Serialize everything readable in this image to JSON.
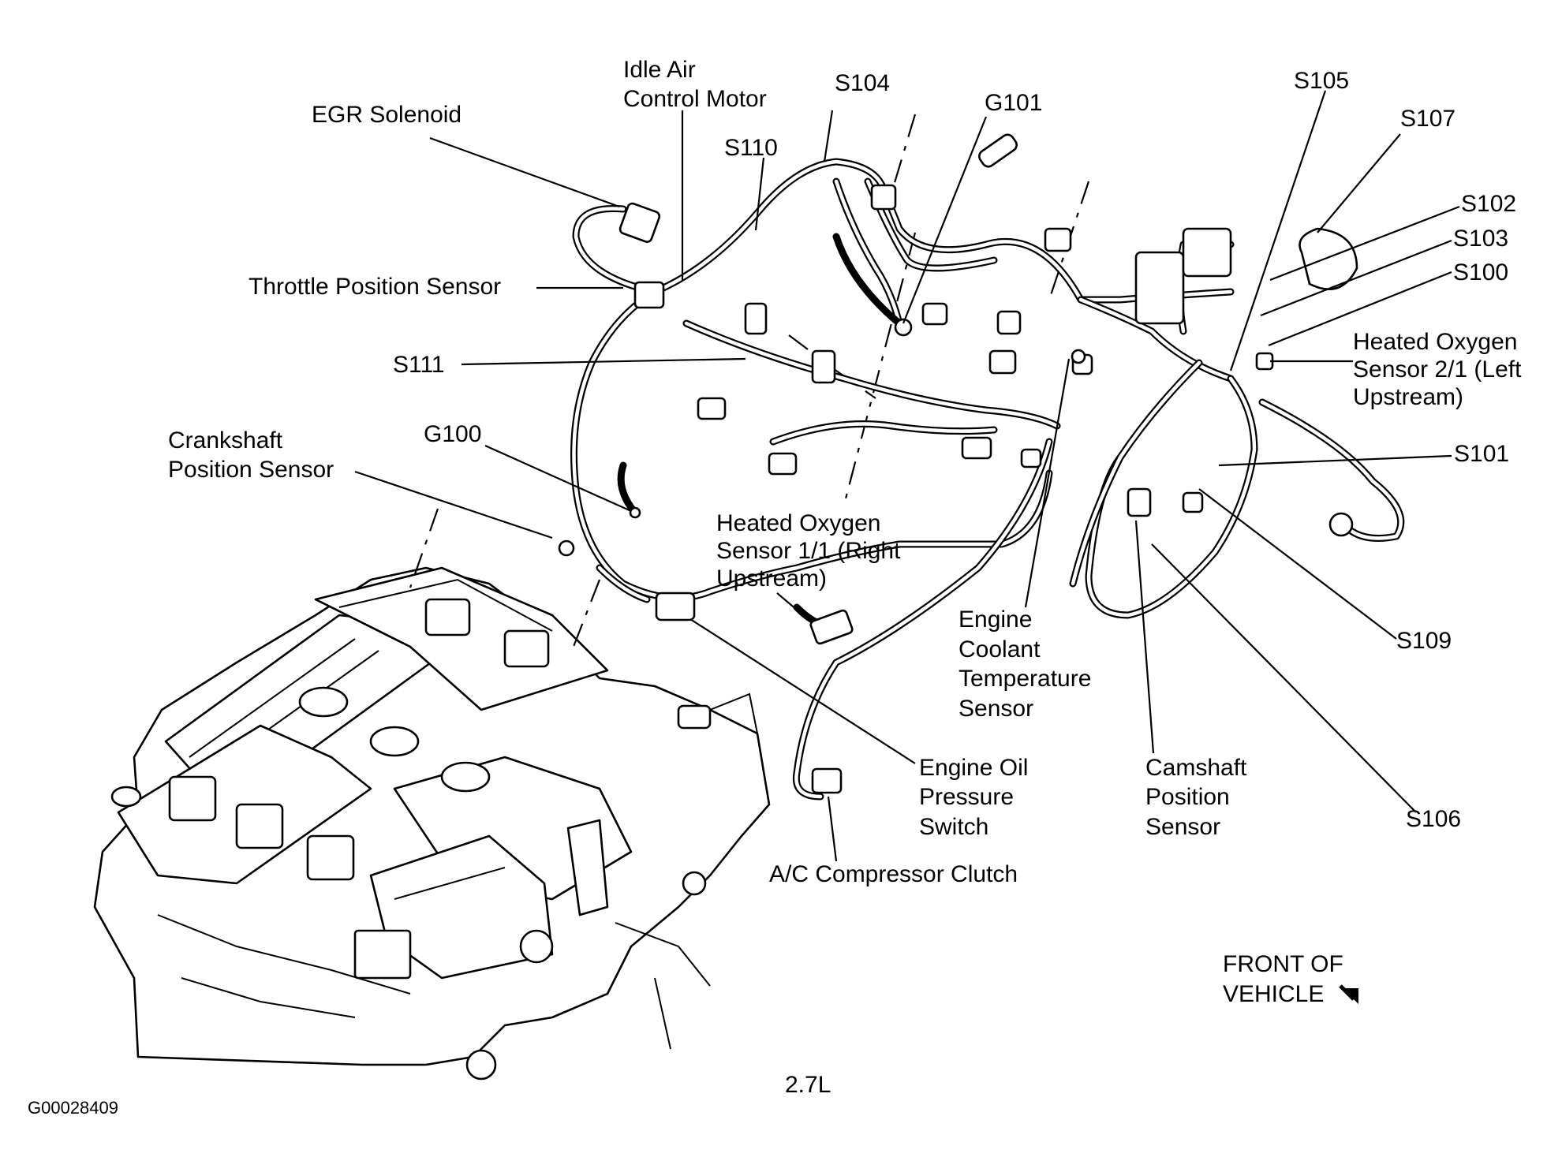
{
  "labels": {
    "egr_solenoid": "EGR Solenoid",
    "iac_motor_1": "Idle Air",
    "iac_motor_2": "Control Motor",
    "s104": "S104",
    "g101": "G101",
    "s110": "S110",
    "s105": "S105",
    "s107": "S107",
    "s102": "S102",
    "s103": "S103",
    "s100": "S100",
    "tps": "Throttle Position Sensor",
    "s111": "S111",
    "ho2s21_1": "Heated Oxygen",
    "ho2s21_2": "Sensor 2/1 (Left",
    "ho2s21_3": "Upstream)",
    "ckp_1": "Crankshaft",
    "ckp_2": "Position Sensor",
    "g100": "G100",
    "s101": "S101",
    "ho2s11_1": "Heated Oxygen",
    "ho2s11_2": "Sensor 1/1 (Right",
    "ho2s11_3": "Upstream)",
    "ect_1": "Engine",
    "ect_2": "Coolant",
    "ect_3": "Temperature",
    "ect_4": "Sensor",
    "s109": "S109",
    "eop_1": "Engine Oil",
    "eop_2": "Pressure",
    "eop_3": "Switch",
    "cmp_1": "Camshaft",
    "cmp_2": "Position",
    "cmp_3": "Sensor",
    "s106": "S106",
    "ac_clutch": "A/C Compressor Clutch",
    "front_1": "FRONT OF",
    "front_2": "VEHICLE",
    "engine_size": "2.7L",
    "figure_id": "G00028409"
  }
}
